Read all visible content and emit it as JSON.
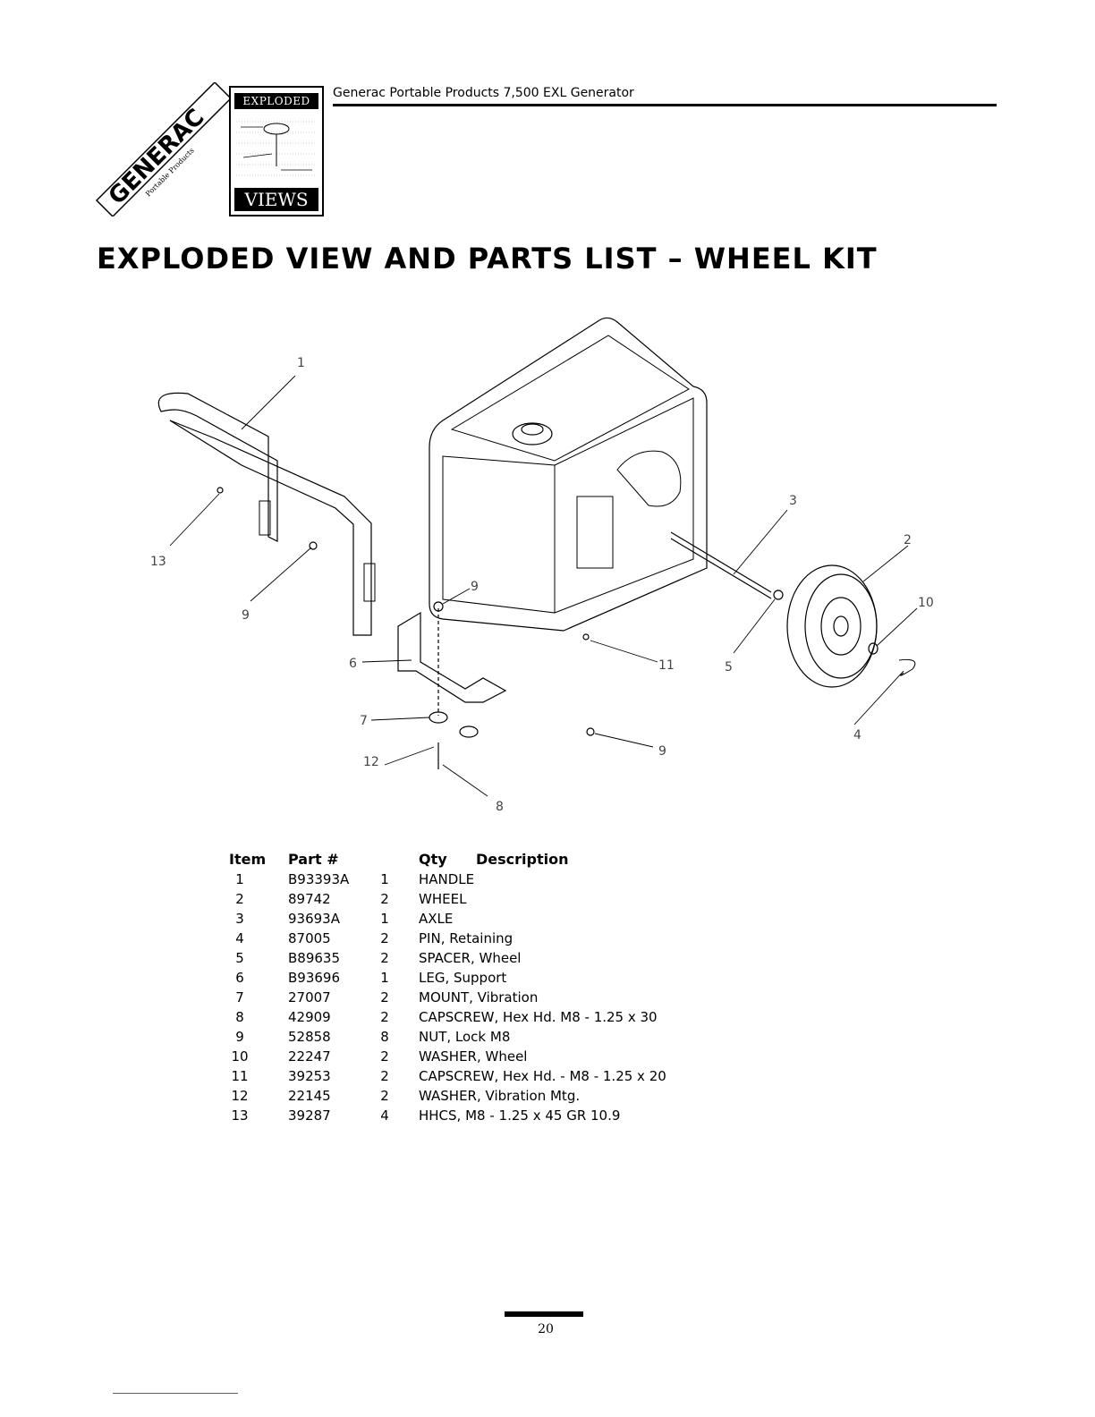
{
  "header": {
    "brand": "GENERAC",
    "brand_sub": "Portable Products",
    "badge_top": "EXPLODED",
    "badge_bottom": "VIEWS",
    "title": "Generac Portable Products 7,500 EXL Generator"
  },
  "heading": "EXPLODED VIEW AND PARTS LIST – WHEEL KIT",
  "diagram": {
    "callouts": [
      "1",
      "13",
      "9",
      "2",
      "3",
      "10",
      "5",
      "4",
      "6",
      "9",
      "11",
      "7",
      "12",
      "8",
      "9"
    ]
  },
  "parts_table": {
    "headers": {
      "item": "Item",
      "part": "Part #",
      "qty": "Qty",
      "desc": "Description"
    },
    "rows": [
      {
        "item": "1",
        "part": "B93393A",
        "qty": "1",
        "desc": "HANDLE"
      },
      {
        "item": "2",
        "part": "89742",
        "qty": "2",
        "desc": "WHEEL"
      },
      {
        "item": "3",
        "part": "93693A",
        "qty": "1",
        "desc": "AXLE"
      },
      {
        "item": "4",
        "part": "87005",
        "qty": "2",
        "desc": "PIN, Retaining"
      },
      {
        "item": "5",
        "part": "B89635",
        "qty": "2",
        "desc": "SPACER, Wheel"
      },
      {
        "item": "6",
        "part": "B93696",
        "qty": "1",
        "desc": "LEG, Support"
      },
      {
        "item": "7",
        "part": "27007",
        "qty": "2",
        "desc": "MOUNT, Vibration"
      },
      {
        "item": "8",
        "part": "42909",
        "qty": "2",
        "desc": "CAPSCREW, Hex Hd. M8 - 1.25 x 30"
      },
      {
        "item": "9",
        "part": "52858",
        "qty": "8",
        "desc": "NUT, Lock M8"
      },
      {
        "item": "10",
        "part": "22247",
        "qty": "2",
        "desc": "WASHER, Wheel"
      },
      {
        "item": "11",
        "part": "39253",
        "qty": "2",
        "desc": "CAPSCREW, Hex Hd. - M8 - 1.25 x 20"
      },
      {
        "item": "12",
        "part": "22145",
        "qty": "2",
        "desc": "WASHER, Vibration Mtg."
      },
      {
        "item": "13",
        "part": "39287",
        "qty": "4",
        "desc": "HHCS, M8 - 1.25 x 45 GR 10.9"
      }
    ]
  },
  "footer": {
    "page_number": "20"
  }
}
